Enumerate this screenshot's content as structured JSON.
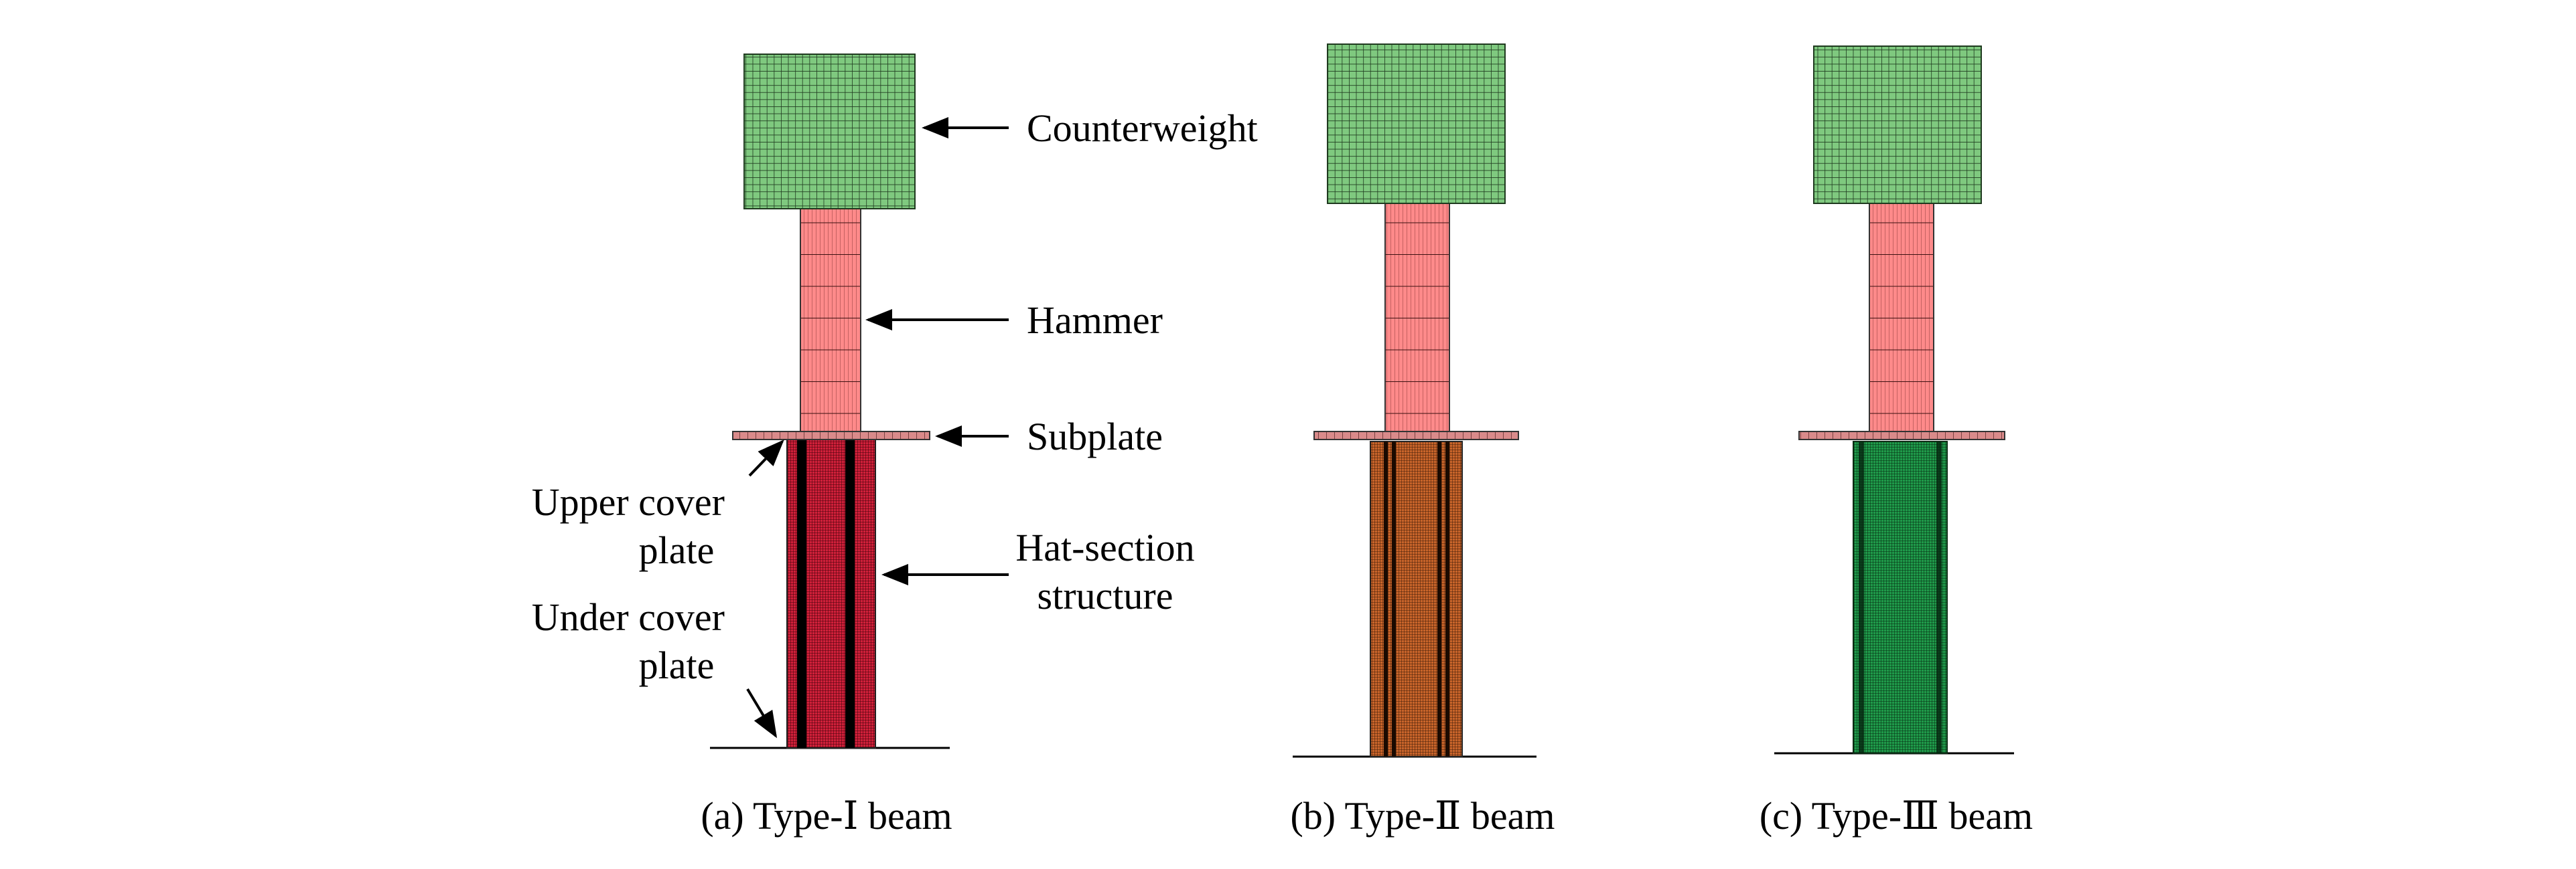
{
  "labels": {
    "counterweight": "Counterweight",
    "hammer": "Hammer",
    "subplate": "Subplate",
    "hat_section_line1": "Hat-section",
    "hat_section_line2": "structure",
    "upper_cover_line1": "Upper cover",
    "upper_cover_line2": "plate",
    "under_cover_line1": "Under cover",
    "under_cover_line2": "plate"
  },
  "captions": {
    "a": "(a) Type-Ⅰ beam",
    "b": "(b) Type-Ⅱ beam",
    "c": "(c) Type-Ⅲ beam"
  },
  "colors": {
    "counterweight": "#7fc97f",
    "hammer": "#ff8a8a",
    "subplate": "#d98a8a",
    "hat_type1": "#d0203a",
    "hat_type2": "#c8642a",
    "hat_type3": "#1f9a4a"
  }
}
